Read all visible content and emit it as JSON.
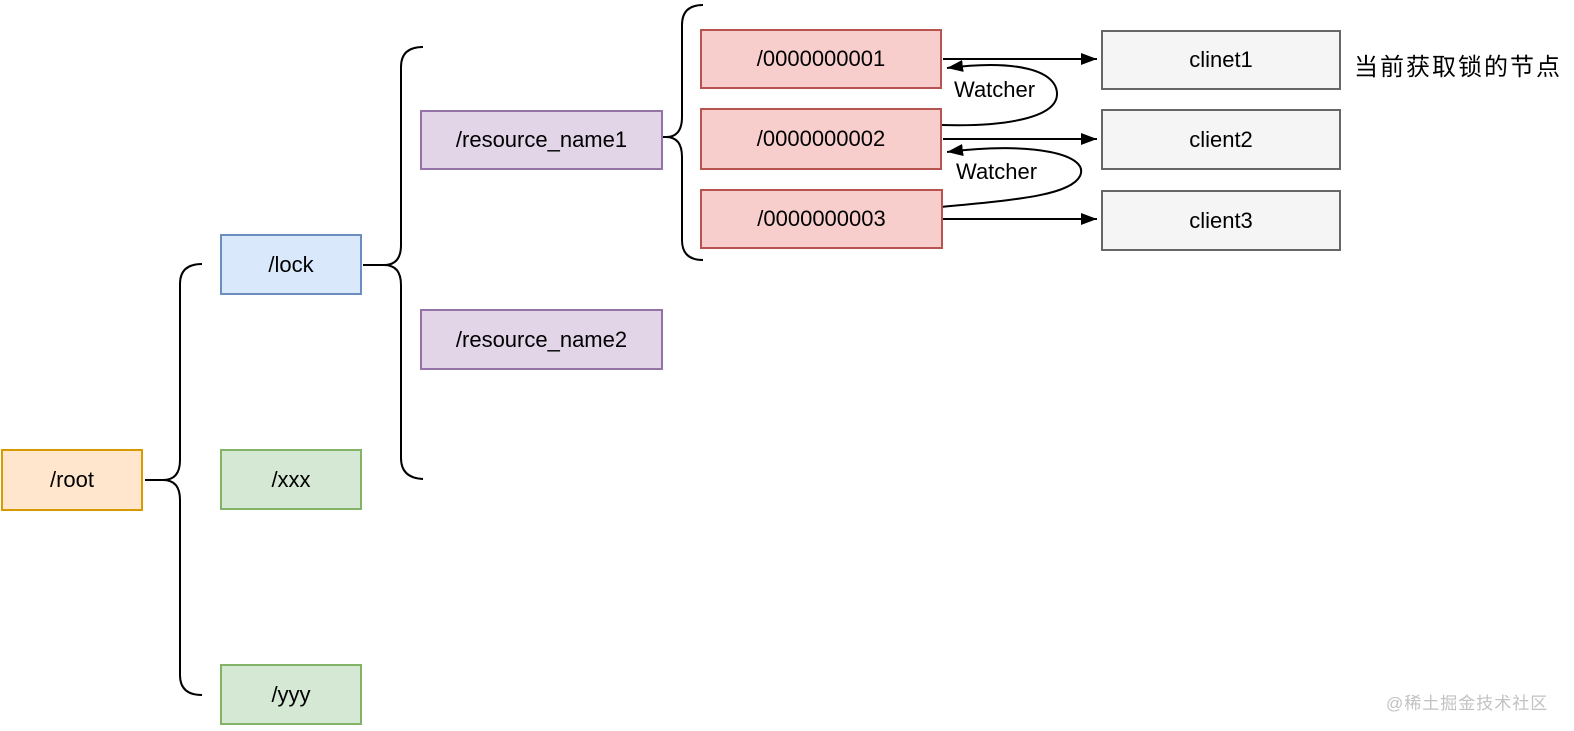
{
  "nodes": {
    "root": {
      "label": "/root",
      "fill": "#ffe6cc",
      "border": "#d79b00"
    },
    "lock": {
      "label": "/lock",
      "fill": "#dae8fc",
      "border": "#6c8ebf"
    },
    "xxx": {
      "label": "/xxx",
      "fill": "#d5e8d4",
      "border": "#82b366"
    },
    "yyy": {
      "label": "/yyy",
      "fill": "#d5e8d4",
      "border": "#82b366"
    },
    "resource_name1": {
      "label": "/resource_name1",
      "fill": "#e1d5e7",
      "border": "#9673a6"
    },
    "resource_name2": {
      "label": "/resource_name2",
      "fill": "#e1d5e7",
      "border": "#9673a6"
    },
    "seq1": {
      "label": "/0000000001",
      "fill": "#f8cecc",
      "border": "#b85450"
    },
    "seq2": {
      "label": "/0000000002",
      "fill": "#f8cecc",
      "border": "#b85450"
    },
    "seq3": {
      "label": "/0000000003",
      "fill": "#f8cecc",
      "border": "#b85450"
    },
    "client1": {
      "label": "clinet1",
      "fill": "#f5f5f5",
      "border": "#666666"
    },
    "client2": {
      "label": "client2",
      "fill": "#f5f5f5",
      "border": "#666666"
    },
    "client3": {
      "label": "client3",
      "fill": "#f5f5f5",
      "border": "#666666"
    }
  },
  "labels": {
    "watcher1": "Watcher",
    "watcher2": "Watcher",
    "annotation": "当前获取锁的节点",
    "watermark": "@稀土掘金技术社区"
  },
  "braces": [
    {
      "parent": "/root",
      "children": [
        "/lock",
        "/xxx",
        "/yyy"
      ]
    },
    {
      "parent": "/lock",
      "children": [
        "/resource_name1",
        "/resource_name2"
      ]
    },
    {
      "parent": "/resource_name1",
      "children": [
        "/0000000001",
        "/0000000002",
        "/0000000003"
      ]
    }
  ],
  "arrows": [
    {
      "from": "/0000000001",
      "to": "clinet1",
      "type": "straight"
    },
    {
      "from": "/0000000002",
      "to": "client2",
      "type": "straight"
    },
    {
      "from": "/0000000003",
      "to": "client3",
      "type": "straight"
    },
    {
      "from": "/0000000002",
      "to": "/0000000001",
      "type": "watcher-loop",
      "label": "Watcher"
    },
    {
      "from": "/0000000003",
      "to": "/0000000002",
      "type": "watcher-loop",
      "label": "Watcher"
    }
  ],
  "line_color": "#000000"
}
